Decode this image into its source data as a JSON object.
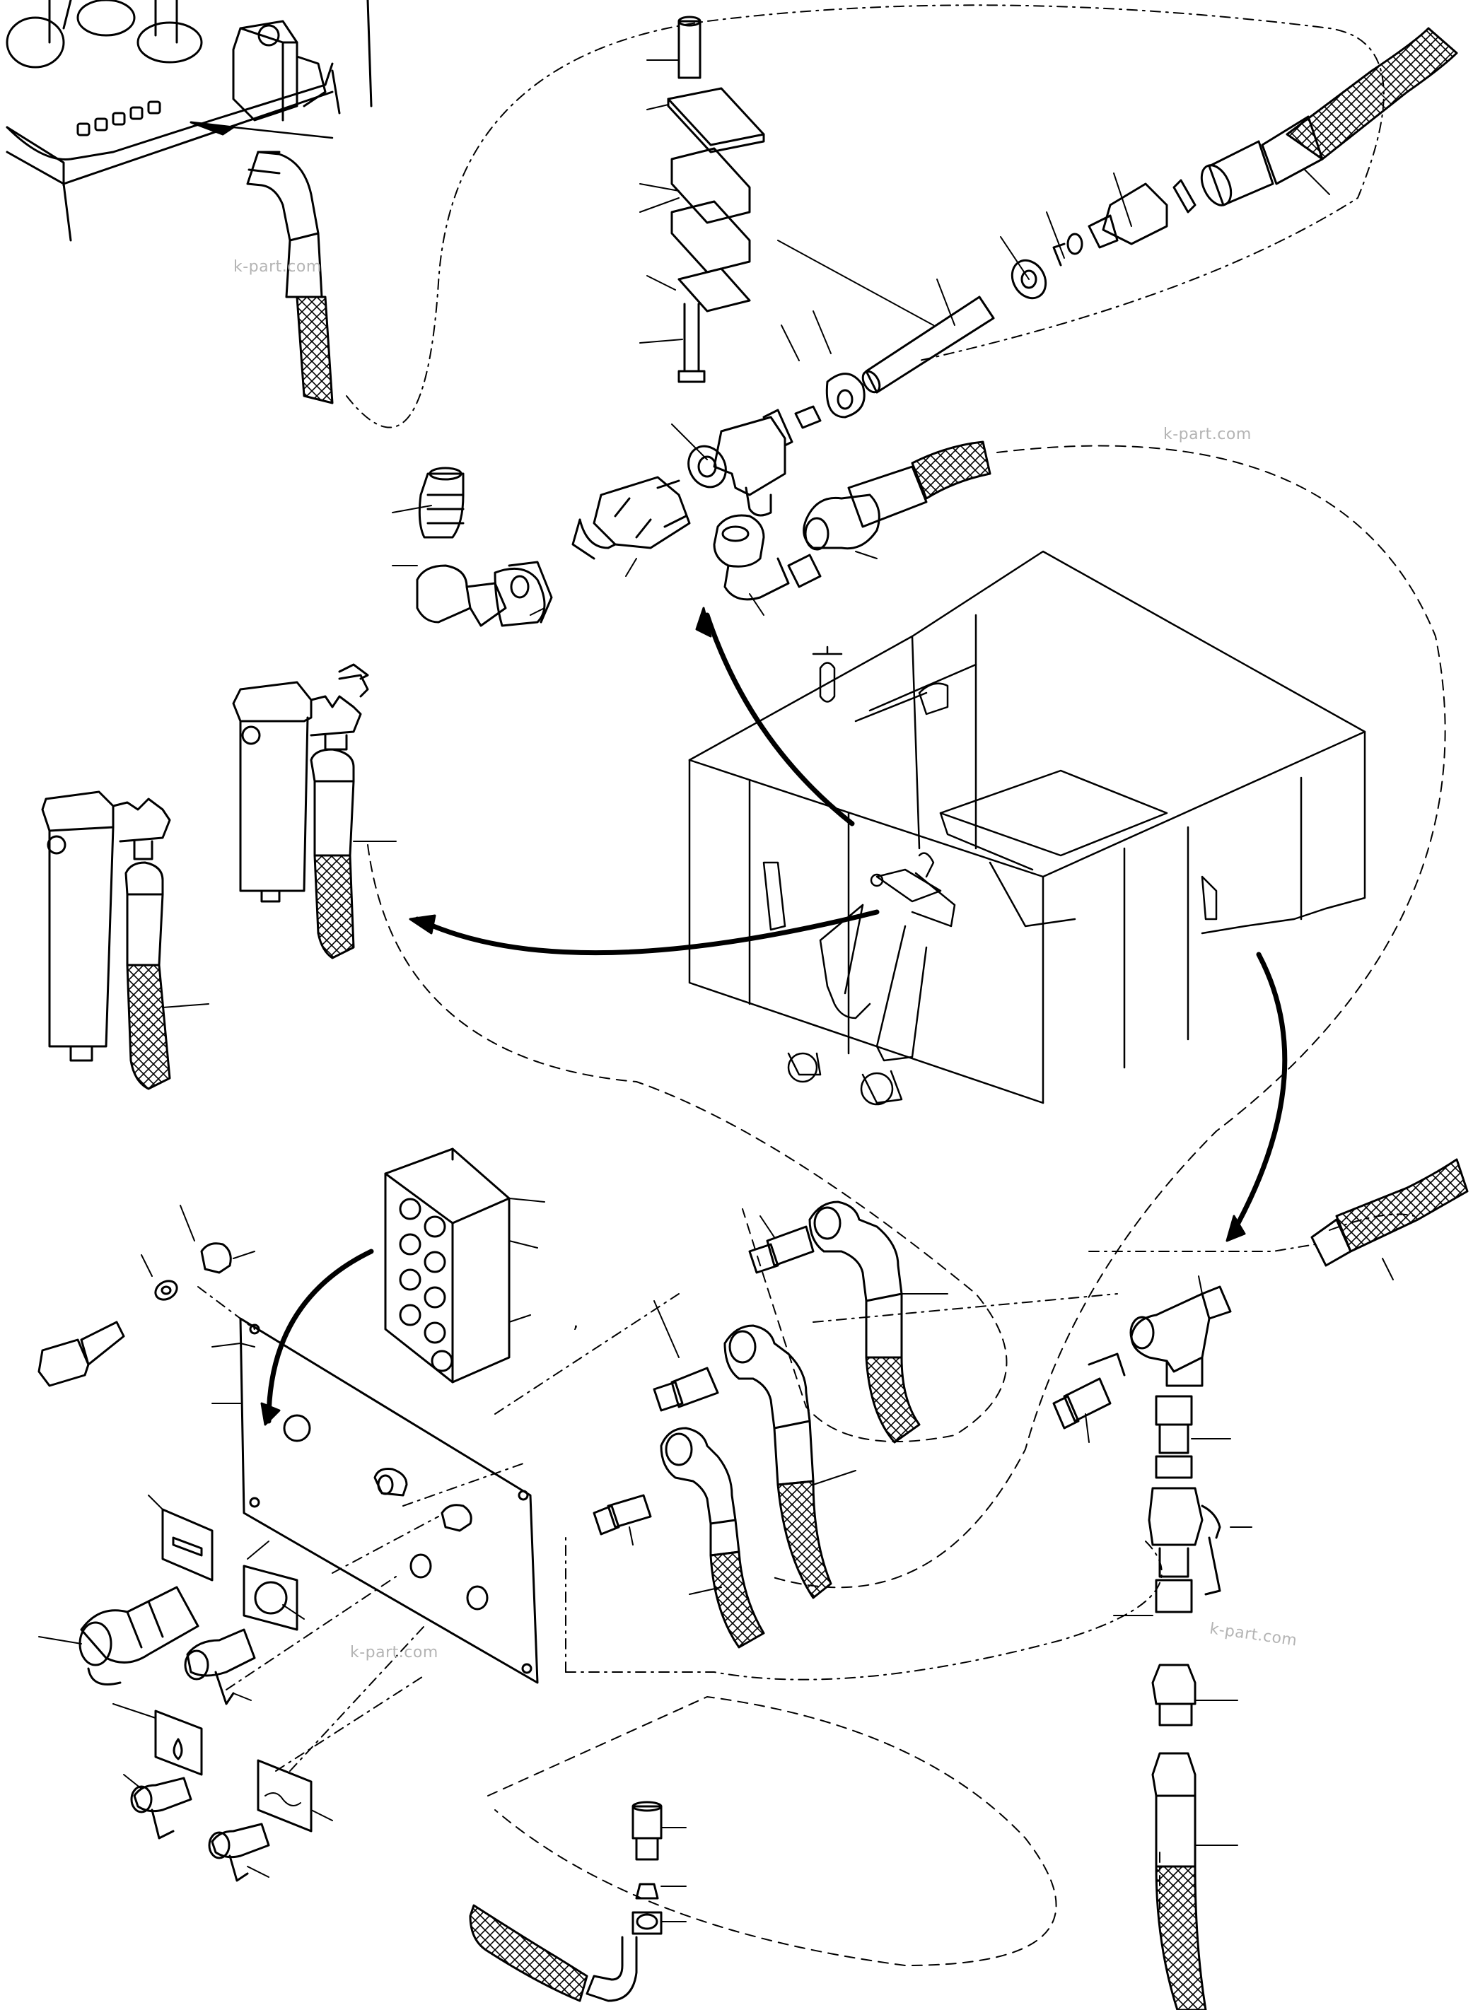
{
  "diagram": {
    "watermarks": [
      "k-part.com",
      "k-part.com",
      "k-part.com",
      "k-part.com"
    ],
    "stray_mark": ","
  }
}
